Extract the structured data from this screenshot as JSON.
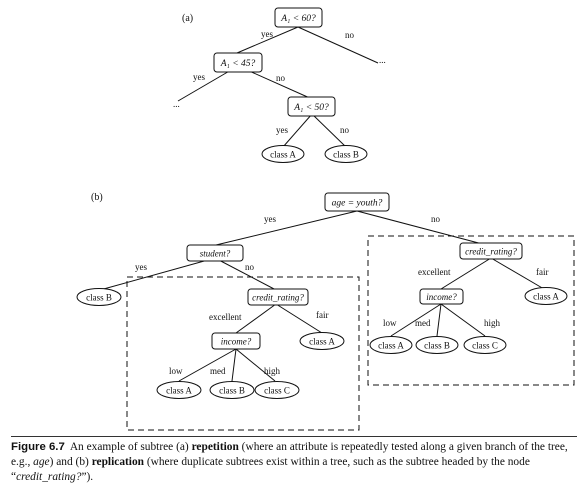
{
  "part_a": {
    "label": "(a)",
    "nodes": {
      "root": "A₁ < 60?",
      "mid": "A₁ < 45?",
      "low": "A₁ < 50?",
      "leaf_a": "class A",
      "leaf_b": "class B"
    },
    "edges": {
      "root_yes": "yes",
      "root_no": "no",
      "mid_yes": "yes",
      "mid_no": "no",
      "low_yes": "yes",
      "low_no": "no"
    },
    "ellipsis": "..."
  },
  "part_b": {
    "label": "(b)",
    "nodes": {
      "root": "age = youth?",
      "student": "student?",
      "leaf_student_yes": "class B",
      "credit_left": "credit_rating?",
      "income_left": "income?",
      "leaf_left_fair": "class A",
      "leaf_left_low": "class A",
      "leaf_left_med": "class B",
      "leaf_left_high": "class C",
      "credit_right": "credit_rating?",
      "income_right": "income?",
      "leaf_right_fair": "class A",
      "leaf_right_low": "class A",
      "leaf_right_med": "class B",
      "leaf_right_high": "class C"
    },
    "edges": {
      "root_yes": "yes",
      "root_no": "no",
      "student_yes": "yes",
      "student_no": "no",
      "credit_left_excellent": "excellent",
      "credit_left_fair": "fair",
      "income_left_low": "low",
      "income_left_med": "med",
      "income_left_high": "high",
      "credit_right_excellent": "excellent",
      "credit_right_fair": "fair",
      "income_right_low": "low",
      "income_right_med": "med",
      "income_right_high": "high"
    }
  },
  "caption": {
    "figure_number": "Figure 6.7",
    "text_1": "An example of subtree (a) ",
    "bold_1": "repetition",
    "text_2": " (where an attribute is repeatedly tested along a given branch of the tree, e.g., ",
    "italic_1": "age",
    "text_3": ") and (b) ",
    "bold_2": "replication",
    "text_4": " (where duplicate subtrees exist within a tree, such as the subtree headed by the node “",
    "italic_2": "credit_rating?",
    "text_5": "”)."
  }
}
